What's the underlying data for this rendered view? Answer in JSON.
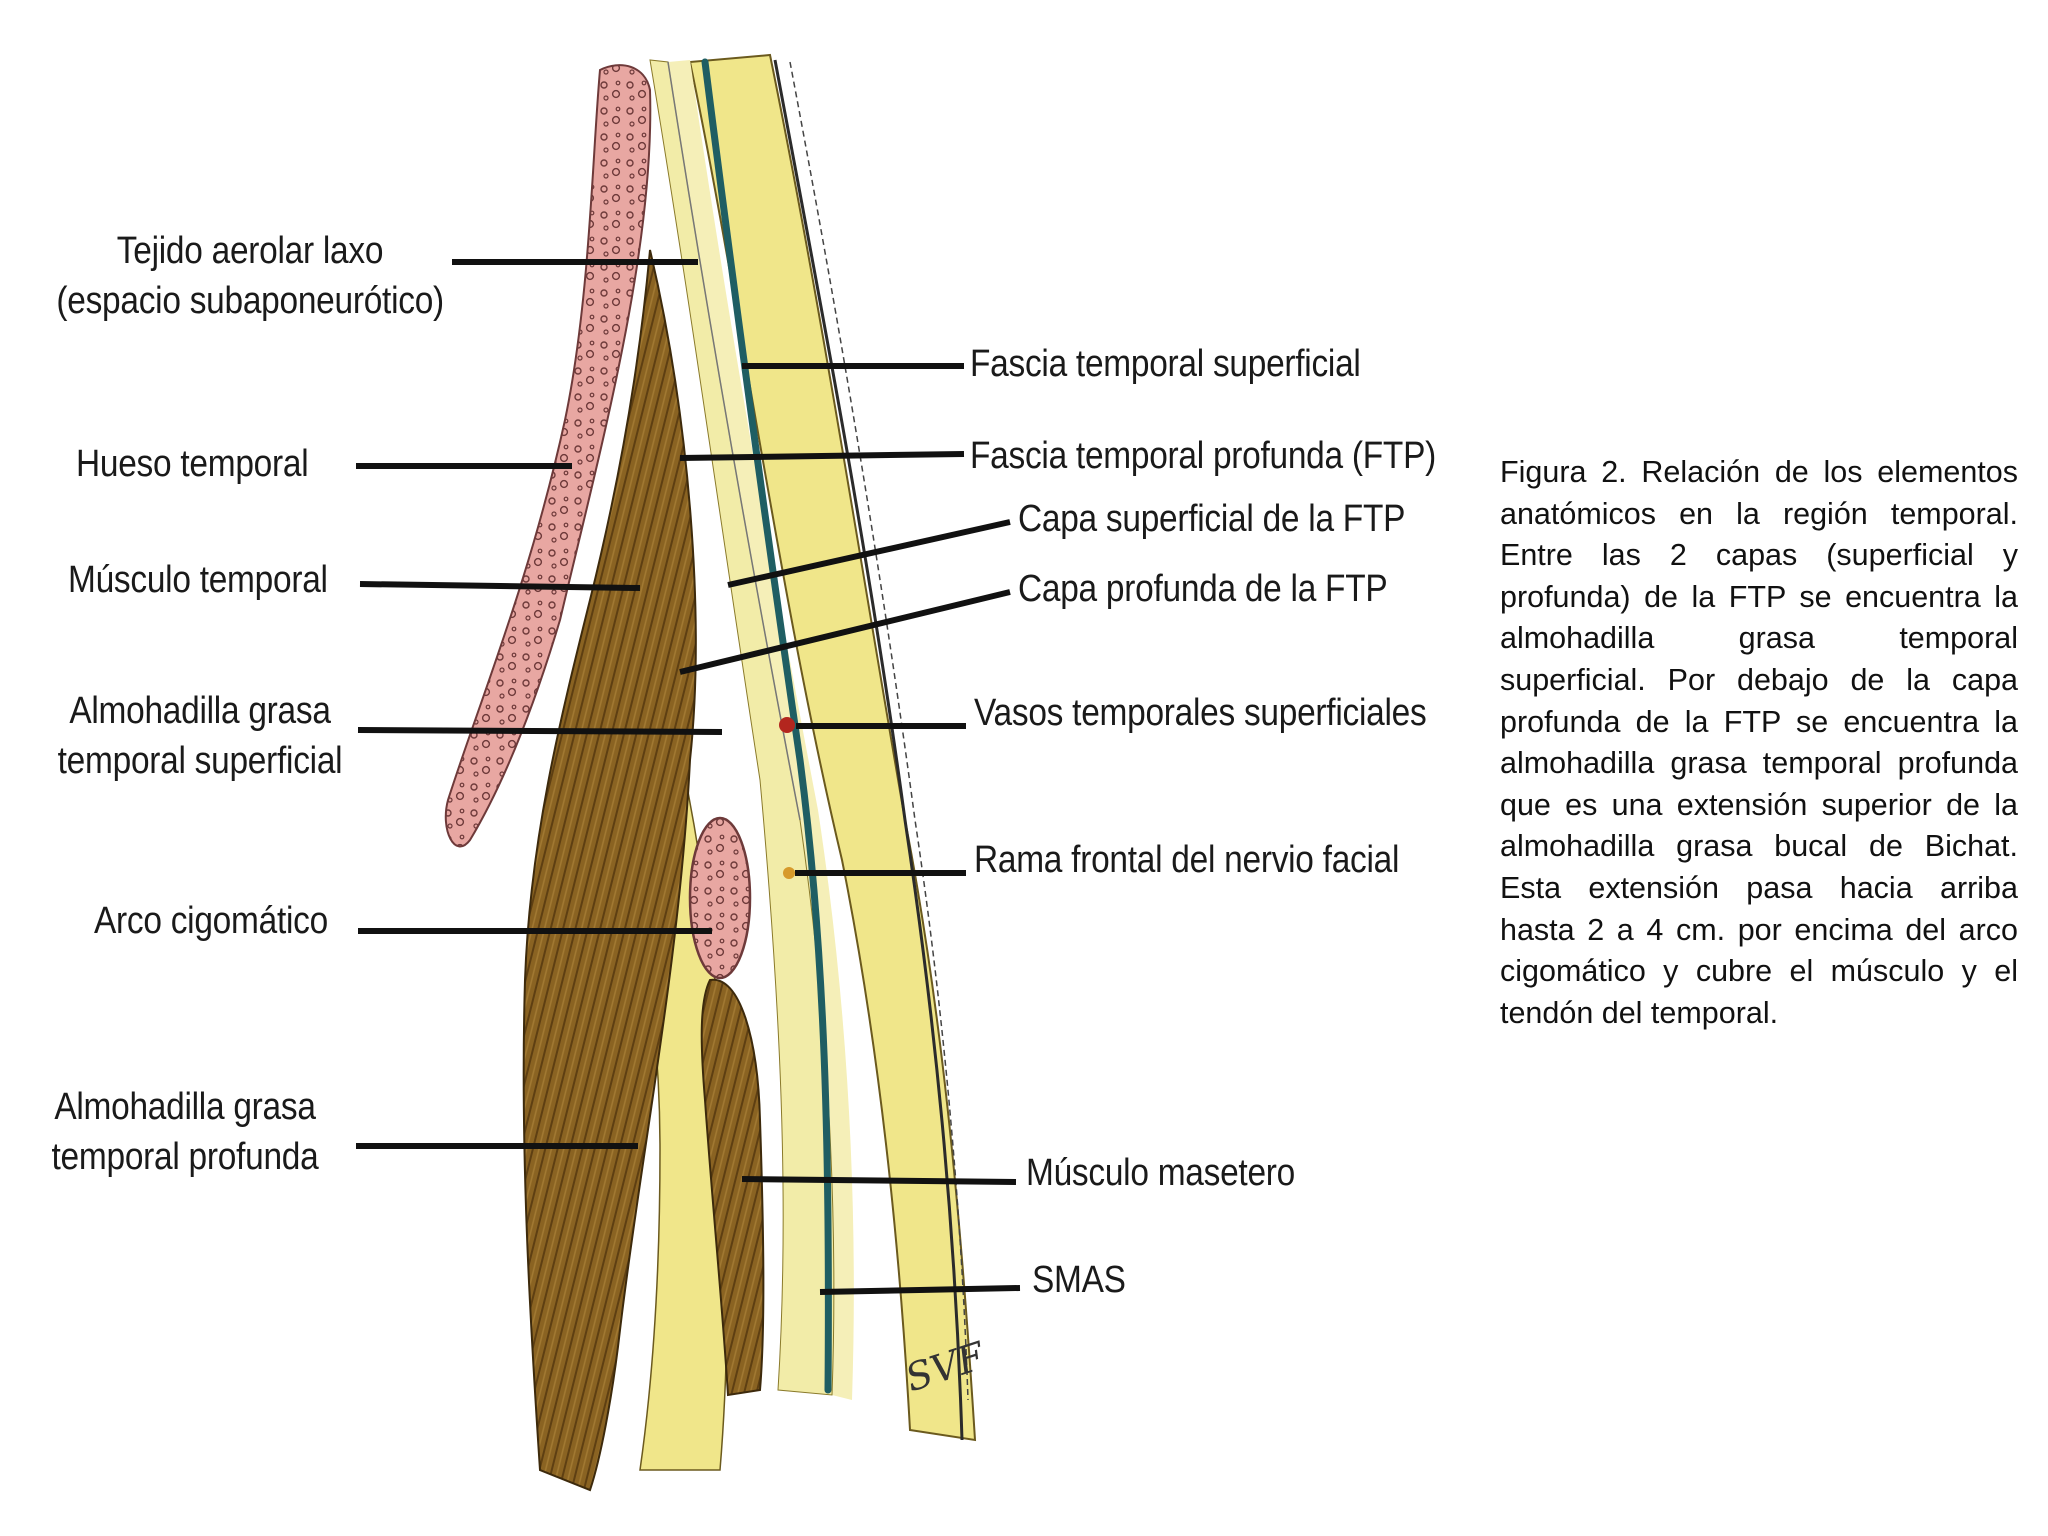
{
  "labels": {
    "tejido_line1": "Tejido aerolar laxo",
    "tejido_line2": "(espacio subaponeurótico)",
    "hueso": "Hueso temporal",
    "musculo_temporal": "Músculo temporal",
    "almo_sup_line1": "Almohadilla grasa",
    "almo_sup_line2": "temporal superficial",
    "arco": "Arco cigomático",
    "almo_prof_line1": "Almohadilla grasa",
    "almo_prof_line2": "temporal profunda",
    "fascia_sup": "Fascia temporal superficial",
    "fascia_prof": "Fascia temporal profunda (FTP)",
    "capa_sup": "Capa superficial de la FTP",
    "capa_prof": "Capa profunda de la FTP",
    "vasos": "Vasos temporales superficiales",
    "rama": "Rama frontal del nervio facial",
    "masetero": "Músculo masetero",
    "smas": "SMAS"
  },
  "caption": "Figura 2. Relación de los elementos anatómicos en la región temporal. Entre las 2 capas (superficial y profunda) de la FTP se encuentra la almohadilla grasa temporal superficial. Por debajo de la capa profunda de la FTP se encuentra la almohadilla grasa temporal profunda que es una extensión superior de la almohadilla grasa bucal de Bichat. Esta extensión pasa hacia arriba hasta 2 a 4 cm. por encima del arco cigomático y cubre el músculo y el tendón del temporal.",
  "signature": "SVF",
  "colors": {
    "bone": "#e8a7a2",
    "muscle": "#8a6322",
    "fat": "#f0e68a",
    "fascia": "#1f5e63",
    "vessel": "#b3261e",
    "nerve": "#d79a2b",
    "leader": "#111111"
  }
}
